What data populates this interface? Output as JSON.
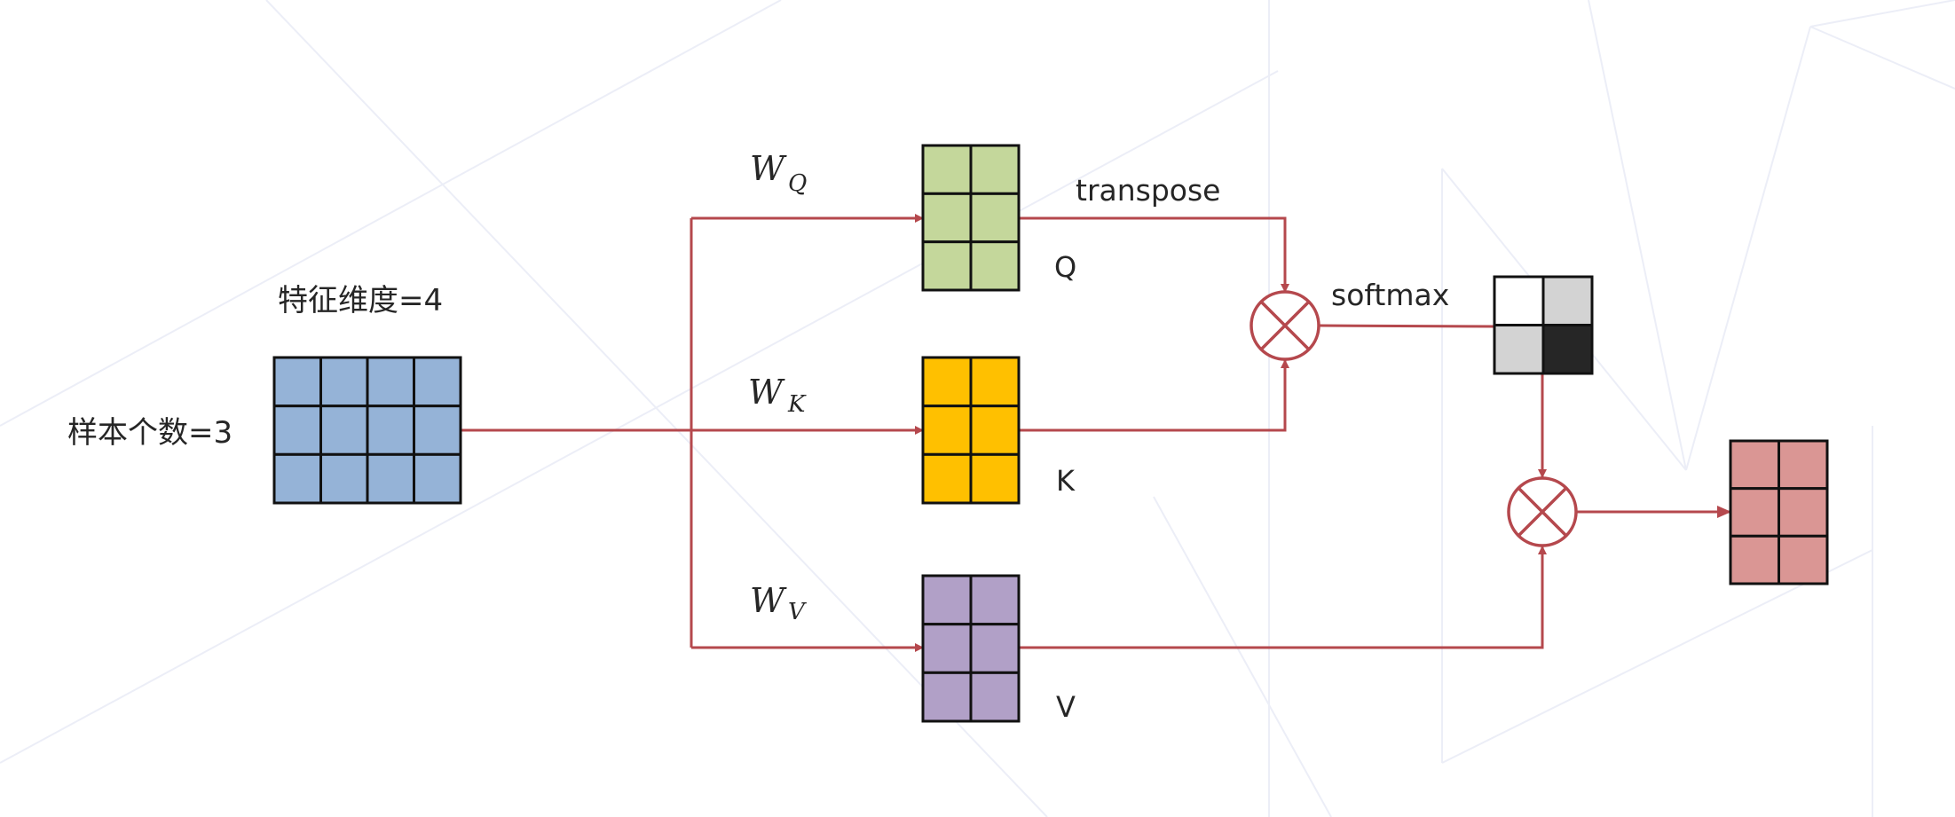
{
  "diagram": {
    "title": "Self-attention Q/K/V computation",
    "colors": {
      "arrow": "#b5484d",
      "input": "#95b3d7",
      "query": "#c4d79b",
      "key": "#ffc000",
      "value": "#b1a0c7",
      "output": "#da9694",
      "grid_line": "#111111",
      "attn_white": "#ffffff",
      "attn_light": "#d3d3d3",
      "attn_dark": "#262626"
    },
    "labels": {
      "feature_dim": "特征维度=4",
      "sample_count": "样本个数=3",
      "wq_main": "W",
      "wq_sub": "Q",
      "wk_main": "W",
      "wk_sub": "K",
      "wv_main": "W",
      "wv_sub": "V",
      "q": "Q",
      "k": "K",
      "v": "V",
      "transpose": "transpose",
      "softmax": "softmax"
    },
    "nodes": [
      {
        "id": "input",
        "name": "input-matrix",
        "rows": 3,
        "cols": 4,
        "color_key": "input"
      },
      {
        "id": "q",
        "name": "query-matrix",
        "rows": 3,
        "cols": 2,
        "color_key": "query"
      },
      {
        "id": "k",
        "name": "key-matrix",
        "rows": 3,
        "cols": 2,
        "color_key": "key"
      },
      {
        "id": "v",
        "name": "value-matrix",
        "rows": 3,
        "cols": 2,
        "color_key": "value"
      },
      {
        "id": "attn",
        "name": "attention-weights-matrix",
        "rows": 2,
        "cols": 2,
        "cell_colors": [
          "attn_white",
          "attn_light",
          "attn_light",
          "attn_dark"
        ]
      },
      {
        "id": "out",
        "name": "output-matrix",
        "rows": 3,
        "cols": 2,
        "color_key": "output"
      }
    ],
    "operators": [
      {
        "id": "mul1",
        "name": "multiply-qk-operator",
        "symbol": "⊗"
      },
      {
        "id": "mul2",
        "name": "multiply-av-operator",
        "symbol": "⊗"
      }
    ],
    "edges": [
      {
        "from": "input",
        "to": "q",
        "label": "W_Q"
      },
      {
        "from": "input",
        "to": "k",
        "label": "W_K"
      },
      {
        "from": "input",
        "to": "v",
        "label": "W_V"
      },
      {
        "from": "q",
        "to": "mul1",
        "label": "transpose"
      },
      {
        "from": "k",
        "to": "mul1"
      },
      {
        "from": "mul1",
        "to": "attn",
        "label": "softmax"
      },
      {
        "from": "attn",
        "to": "mul2"
      },
      {
        "from": "v",
        "to": "mul2"
      },
      {
        "from": "mul2",
        "to": "out"
      }
    ]
  }
}
